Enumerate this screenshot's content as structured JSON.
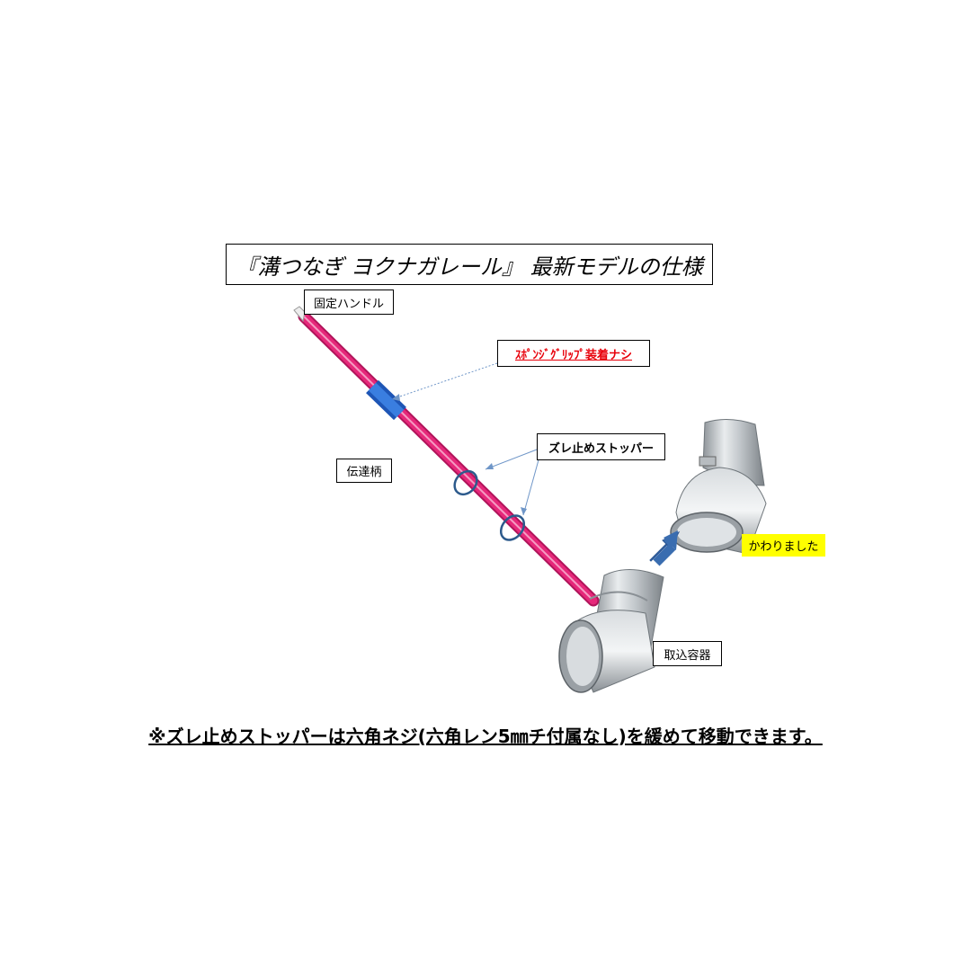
{
  "title": "『溝つなぎ ヨクナガレール』 最新モデルの仕様",
  "labels": {
    "handle": "固定ハンドル",
    "grip": "ｽﾎﾟﾝｼﾞｸﾞﾘｯﾌﾟ装着ナシ",
    "stopper": "ズレ止めストッパー",
    "shaft": "伝達柄",
    "changed": "かわりました",
    "container": "取込容器"
  },
  "note": "※ズレ止めストッパーは六角ネジ(六角レン5㎜チ付属なし)を緩めて移動できます。",
  "colors": {
    "shaft": "#e6287a",
    "grip": "#2f6fd6",
    "arrow": "#3a6db0",
    "highlight": "#ffff00",
    "grip_label": "#e8000a"
  }
}
